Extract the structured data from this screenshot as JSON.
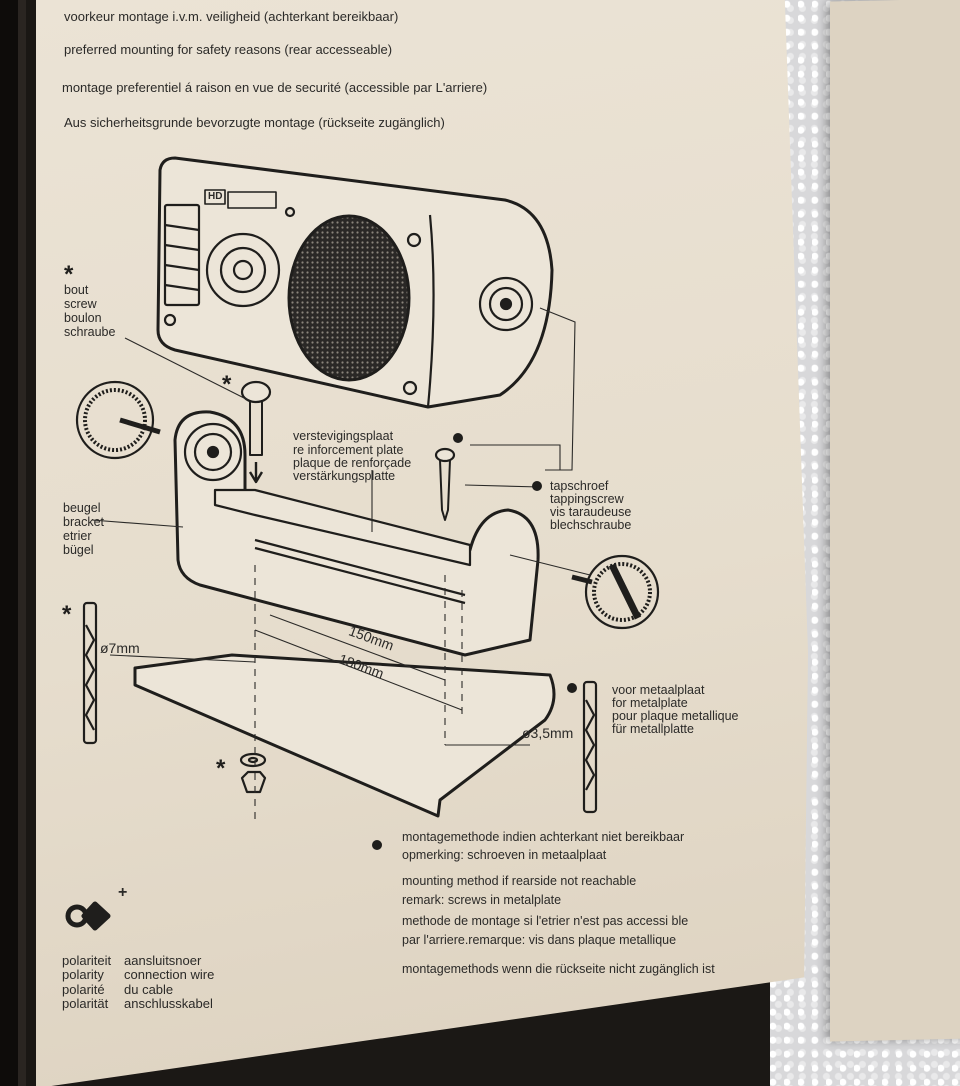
{
  "header_lines": [
    "voorkeur montage i.v.m. veiligheid (achterkant bereikbaar)",
    "preferred mounting for safety reasons (rear accesseable)",
    "montage preferentiel á raison en vue de securité   (accessible par L'arriere)",
    "Aus sicherheitsgrunde bevorzugte montage (rückseite zugänglich)"
  ],
  "radio_badge": "HD",
  "bolt_label": [
    "bout",
    "screw",
    "boulon",
    "schraube"
  ],
  "plate_label": [
    "verstevigingsplaat",
    "re inforcement plate",
    "plaque de renforçade",
    "verstärkungsplatte"
  ],
  "tapping_label": [
    "tapschroef",
    "tappingscrew",
    "vis taraudeuse",
    "blechschraube"
  ],
  "bracket_label": [
    "beugel",
    "bracket",
    "etrier",
    "bügel"
  ],
  "drill_small_label": "ø7mm",
  "dim_150": "150mm",
  "dim_180": "180mm",
  "drill_metal_label": "ø3,5mm",
  "metal_label": [
    "voor metaalplaat",
    "for metalplate",
    "pour plaque metallique",
    "für metallplatte"
  ],
  "notes": [
    "montagemethode indien achterkant niet bereikbaar",
    "opmerking: schroeven in metaalplaat",
    "mounting method if rearside not reachable",
    "remark: screws in metalplate",
    "methode de montage si l'etrier n'est pas accessi ble",
    "par l'arriere.remarque: vis dans plaque metallique",
    "montagemethods wenn die rückseite nicht zugänglich ist"
  ],
  "polarity_plus": "+",
  "polarity": [
    {
      "a": "polariteit",
      "b": "aansluitsnoer"
    },
    {
      "a": "polarity",
      "b": "connection wire"
    },
    {
      "a": "polarité",
      "b": "du cable"
    },
    {
      "a": "polarität",
      "b": "anschlusskabel"
    }
  ],
  "colors": {
    "paper": "#e8e0d1",
    "ink": "#2b2a28",
    "foam": "#d8d8da"
  }
}
